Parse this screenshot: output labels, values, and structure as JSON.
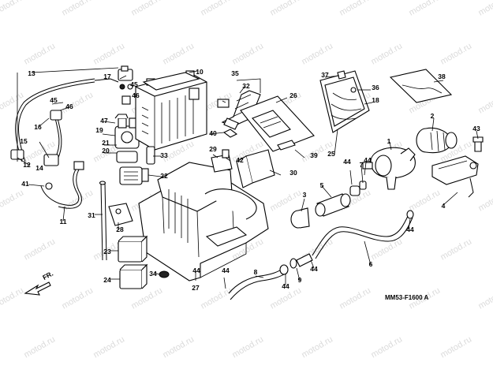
{
  "diagram": {
    "watermark_text": "motod.ru",
    "drawing_code": "MM53-F1600 A",
    "direction_label": "FR.",
    "callouts": [
      "1",
      "2",
      "3",
      "4",
      "5",
      "6",
      "7",
      "8",
      "9",
      "10",
      "11",
      "12",
      "13",
      "14",
      "15",
      "16",
      "17",
      "18",
      "19",
      "20",
      "21",
      "22",
      "23",
      "24",
      "25",
      "26",
      "27",
      "28",
      "29",
      "30",
      "31",
      "32",
      "33",
      "34",
      "35",
      "36",
      "37",
      "38",
      "39",
      "40",
      "41",
      "42",
      "43",
      "44",
      "44",
      "44",
      "44",
      "44",
      "44",
      "44",
      "45",
      "45",
      "46",
      "46",
      "47"
    ]
  }
}
